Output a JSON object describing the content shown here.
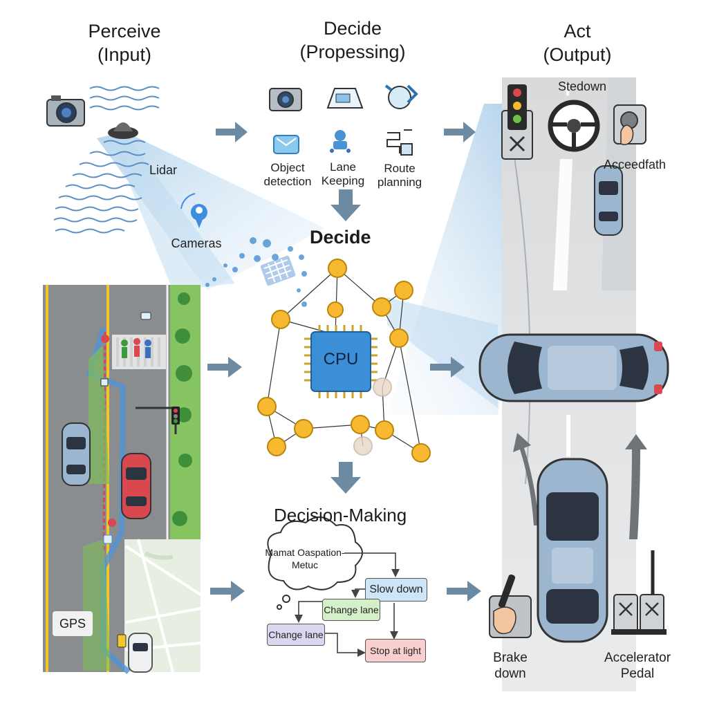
{
  "columns": {
    "perceive": {
      "title": "Perceive",
      "subtitle": "(Input)"
    },
    "decide": {
      "title": "Decide",
      "subtitle": "(Propessing)"
    },
    "act": {
      "title": "Act",
      "subtitle": "(Output)"
    }
  },
  "perceive": {
    "lidar_label": "Lidar",
    "cameras_label": "Cameras",
    "gps_label": "GPS"
  },
  "decide_icons": [
    {
      "label": "Object detection"
    },
    {
      "label": "Lane Keeping"
    },
    {
      "label": "Route planning"
    }
  ],
  "network": {
    "title": "Decide",
    "cpu_label": "CPU"
  },
  "decision_making": {
    "title": "Decision-Making",
    "cloud_text": "Mamat Oaspation-Metuc",
    "boxes": {
      "slow_down": "Slow down",
      "change_lane_1": "Change lane",
      "change_lane_2": "Change lane",
      "stop_at_light": "Stop at light"
    }
  },
  "act": {
    "stedown_label": "Stedown",
    "accel_label": "Acceedfath",
    "brake_label": "Brake down",
    "pedal_label": "Accelerator Pedal"
  },
  "colors": {
    "arrow": "#6d8aa3",
    "node_fill": "#f6b930",
    "node_stroke": "#b8860b",
    "cpu": "#3a8fd6",
    "slow_down_box": "#cde6f7",
    "change_lane_green": "#d5efc8",
    "change_lane_purple": "#ddd6f0",
    "stop_box": "#f9cfcf",
    "road": "#8a8d90",
    "car_blue": "#9cb6cf",
    "car_red": "#d9474f"
  }
}
